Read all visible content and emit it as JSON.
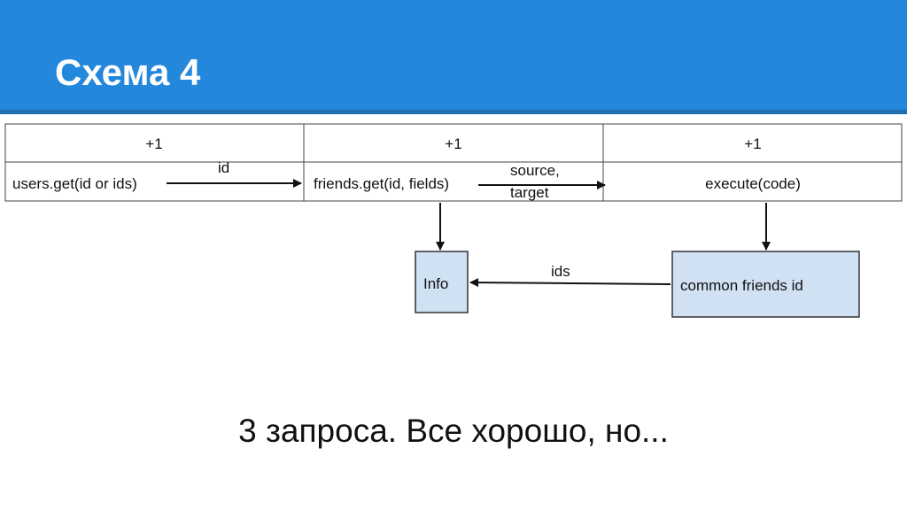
{
  "slide": {
    "title": "Схема 4",
    "footer": "3 запроса. Все хорошо, но..."
  },
  "table": {
    "headers": [
      "+1",
      "+1",
      "+1"
    ],
    "methods": [
      "users.get(id or ids)",
      "friends.get(id, fields)",
      "execute(code)"
    ]
  },
  "edges": {
    "id_label": "id",
    "source_label": "source,",
    "target_label": "target",
    "ids_label": "ids"
  },
  "nodes": {
    "info": "Info",
    "common": "common friends id"
  },
  "colors": {
    "header_bg": "#2387db",
    "node_fill": "#cfe1f3"
  }
}
